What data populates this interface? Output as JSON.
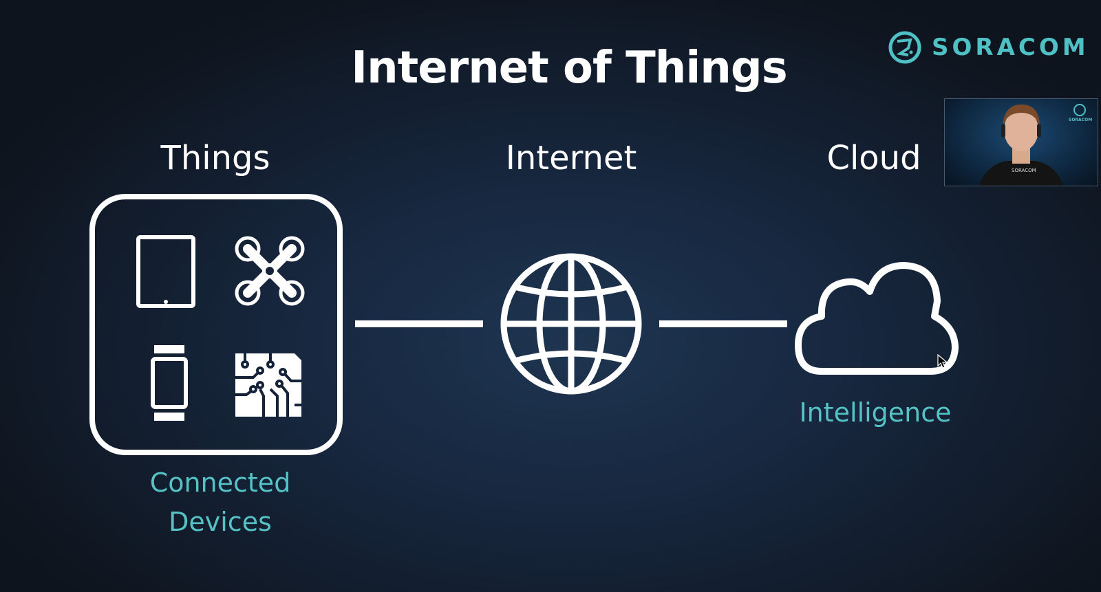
{
  "slide": {
    "title": "Internet of Things",
    "columns": [
      {
        "heading": "Things",
        "caption_lines": [
          "Connected",
          "Devices"
        ]
      },
      {
        "heading": "Internet"
      },
      {
        "heading": "Cloud",
        "caption": "Intelligence"
      }
    ],
    "things_icons": [
      "tablet-icon",
      "drone-icon",
      "smartwatch-icon",
      "circuit-chip-icon"
    ],
    "accent_color": "#55c2c6"
  },
  "logo": {
    "text": "SORACOM"
  },
  "webcam": {
    "logo_text": "SORACOM",
    "shirt_text": "SORACOM"
  }
}
